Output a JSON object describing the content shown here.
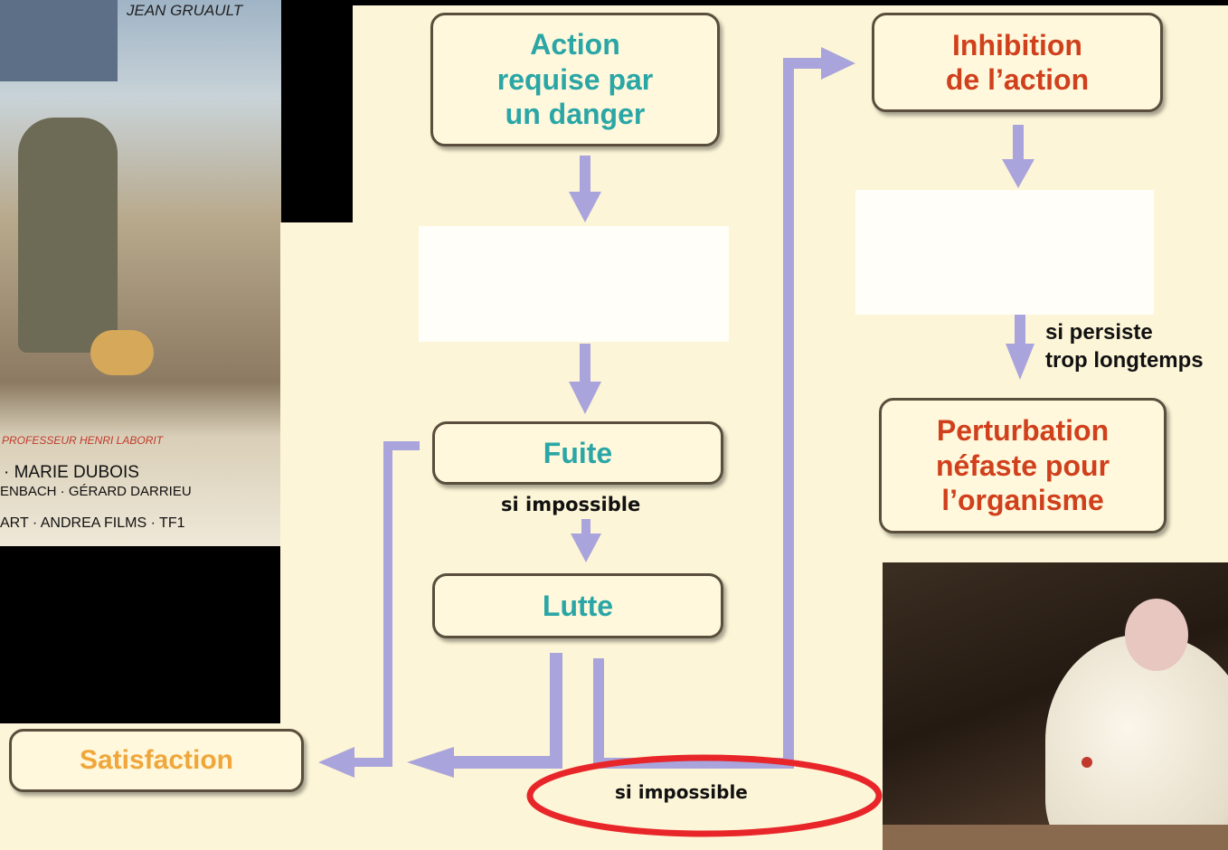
{
  "diagram": {
    "nodes": {
      "action": "Action\nrequise par\nun danger",
      "inhibition": "Inhibition\nde l’action",
      "fuite": "Fuite",
      "lutte": "Lutte",
      "satisfaction": "Satisfaction",
      "perturbation": "Perturbation\nnéfaste pour\nl’organisme"
    },
    "labels": {
      "si_impossible_1": "si impossible",
      "si_impossible_2": "si impossible",
      "si_persiste_line1": "si persiste",
      "si_persiste_line2": "trop longtemps"
    },
    "colors": {
      "arrow": "#a9a4db",
      "highlight": "#e8262a",
      "teal_text": "#2aa6a6",
      "red_text": "#d0401c",
      "orange_text": "#f0a63a",
      "background": "#fdf5d7"
    }
  },
  "poster": {
    "credits": {
      "top_right": "JEAN GRUAULT",
      "professeur": "PROFESSEUR HENRI LABORIT",
      "cast_line1": "· MARIE DUBOIS",
      "cast_line2": "ENBACH · GÉRARD DARRIEU",
      "production": "ART · ANDREA FILMS · TF1"
    }
  },
  "photo": {
    "subject": "white-rat-photo"
  }
}
